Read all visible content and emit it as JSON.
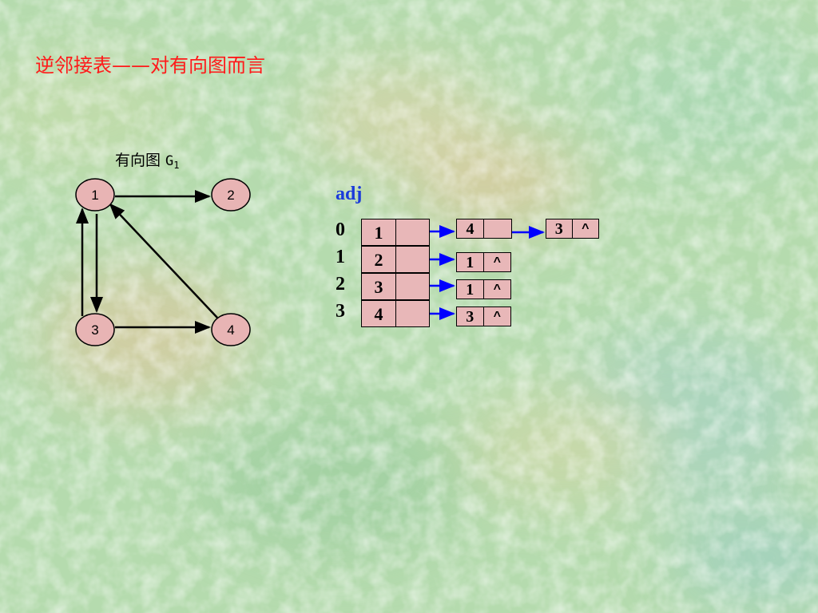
{
  "title": "逆邻接表——对有向图而言",
  "graph": {
    "label_prefix": "有向图 ",
    "label_name": "G",
    "label_sub": "1",
    "vertices": [
      "1",
      "2",
      "3",
      "4"
    ],
    "edges": [
      [
        "1",
        "2"
      ],
      [
        "1",
        "3"
      ],
      [
        "3",
        "1"
      ],
      [
        "3",
        "4"
      ],
      [
        "4",
        "1"
      ]
    ]
  },
  "adjacency_list": {
    "label": "adj",
    "indices": [
      "0",
      "1",
      "2",
      "3"
    ],
    "rows": [
      {
        "vertex": "1",
        "nodes": [
          {
            "data": "4",
            "next": ""
          },
          {
            "data": "3",
            "next": "^"
          }
        ]
      },
      {
        "vertex": "2",
        "nodes": [
          {
            "data": "1",
            "next": "^"
          }
        ]
      },
      {
        "vertex": "3",
        "nodes": [
          {
            "data": "1",
            "next": "^"
          }
        ]
      },
      {
        "vertex": "4",
        "nodes": [
          {
            "data": "3",
            "next": "^"
          }
        ]
      }
    ]
  },
  "colors": {
    "title": "#ff1a1a",
    "adj_label": "#1a3adb",
    "arrow": "#0000ff",
    "cell_fill": "#e8b7b8",
    "node_fill": "#e8b4b4"
  }
}
